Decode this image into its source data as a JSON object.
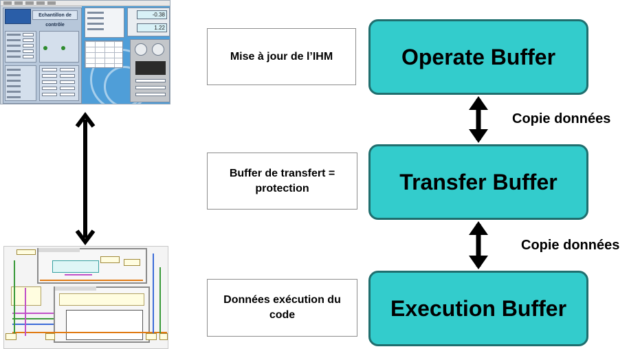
{
  "hmi_screenshot": {
    "title": "Echantillon de contrôle",
    "readout_top": "-0.38",
    "readout_bottom": "1.22"
  },
  "labels": {
    "operate_note": "Mise à jour de l’IHM",
    "transfer_note": "Buffer de transfert = protection",
    "execution_note": "Données exécution du code"
  },
  "buffers": {
    "operate": "Operate Buffer",
    "transfer": "Transfer Buffer",
    "execution": "Execution Buffer"
  },
  "arrows": {
    "copy_upper": "Copie données",
    "copy_lower": "Copie données"
  },
  "colors": {
    "buffer_fill": "#33cccc",
    "buffer_border": "#1f6e6e",
    "arrow": "#000000"
  }
}
